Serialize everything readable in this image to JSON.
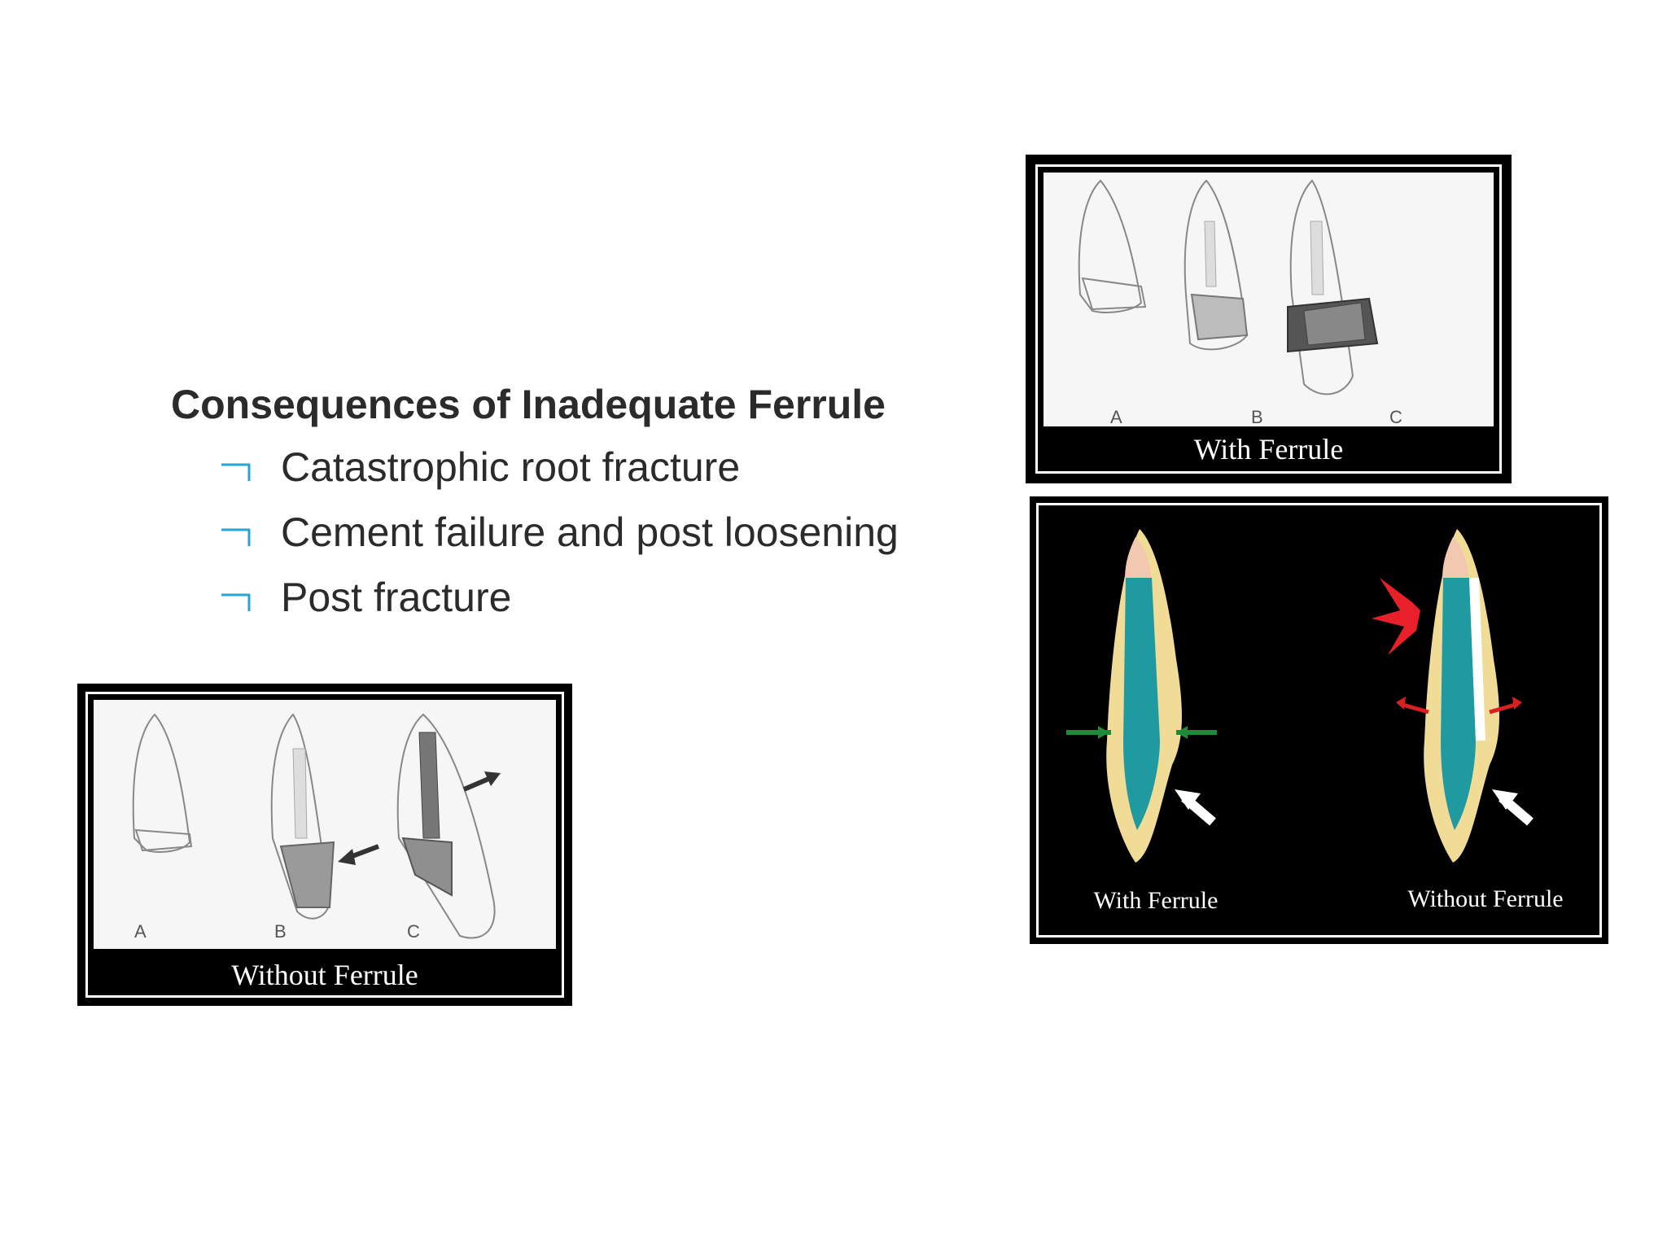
{
  "slide": {
    "heading": "Consequences of Inadequate Ferrule",
    "bullets": [
      "Catastrophic root fracture",
      "Cement failure and post loosening",
      "Post fracture"
    ],
    "bullet_color": "#29a3d6"
  },
  "figure_with_ferrule": {
    "labels": [
      "A",
      "B",
      "C"
    ],
    "caption": "With Ferrule"
  },
  "figure_without_ferrule": {
    "labels": [
      "A",
      "B",
      "C"
    ],
    "caption": "Without Ferrule"
  },
  "figure_comparison": {
    "left_caption": "With Ferrule",
    "right_caption": "Without Ferrule"
  }
}
